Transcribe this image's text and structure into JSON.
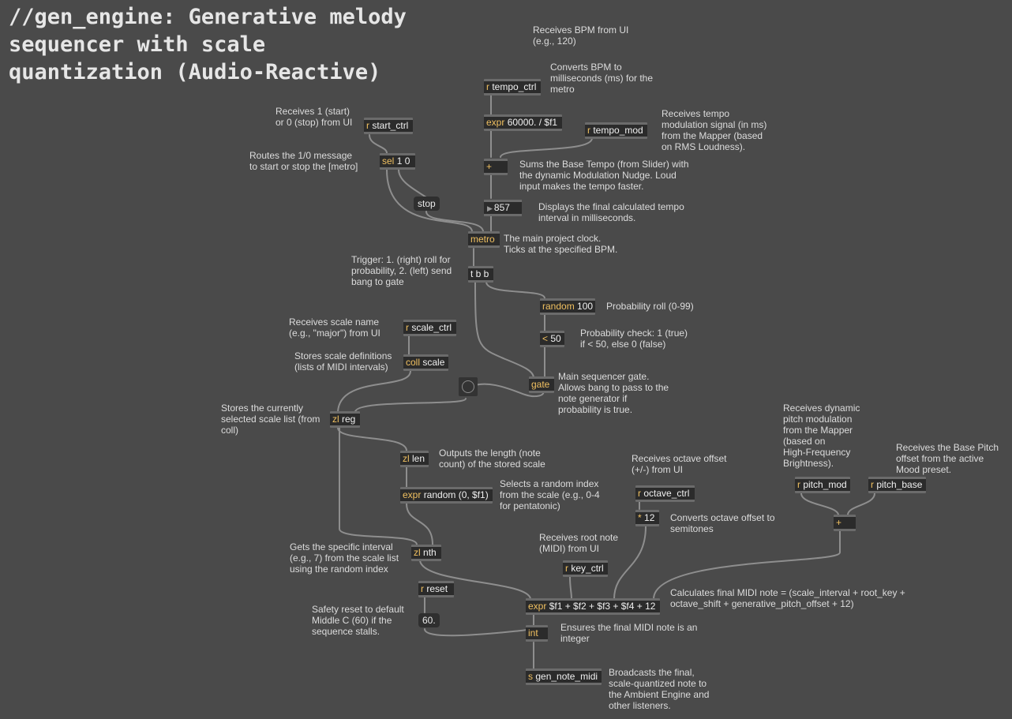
{
  "title": "//gen_engine: Generative melody sequencer with scale quantization (Audio-Reactive)",
  "objects": {
    "tempo_ctrl": {
      "cls": "r",
      "arg": "tempo_ctrl"
    },
    "expr_ms": {
      "cls": "expr",
      "arg": "60000. / $f1"
    },
    "tempo_mod": {
      "cls": "r",
      "arg": "tempo_mod"
    },
    "plus_tempo": {
      "cls": "+",
      "arg": ""
    },
    "start_ctrl": {
      "cls": "r",
      "arg": "start_ctrl"
    },
    "sel": {
      "cls": "sel",
      "arg": "1 0"
    },
    "metro": {
      "cls": "metro",
      "arg": ""
    },
    "tbb": {
      "cls": "t b b",
      "arg": ""
    },
    "random100": {
      "cls": "random",
      "arg": "100"
    },
    "lt50": {
      "cls": "<",
      "arg": "50"
    },
    "gate": {
      "cls": "gate",
      "arg": ""
    },
    "scale_ctrl": {
      "cls": "r",
      "arg": "scale_ctrl"
    },
    "coll": {
      "cls": "coll",
      "arg": "scale"
    },
    "zlreg": {
      "cls": "zl",
      "arg": "reg"
    },
    "zllen": {
      "cls": "zl",
      "arg": "len"
    },
    "exprrandom": {
      "cls": "expr",
      "arg": "random (0, $f1)"
    },
    "zlnth": {
      "cls": "zl",
      "arg": "nth"
    },
    "reset": {
      "cls": "r",
      "arg": "reset"
    },
    "octave_ctrl": {
      "cls": "r",
      "arg": "octave_ctrl"
    },
    "times12": {
      "cls": "*",
      "arg": "12"
    },
    "key_ctrl": {
      "cls": "r",
      "arg": "key_ctrl"
    },
    "exprsum": {
      "cls": "expr",
      "arg": "$f1 + $f2 + $f3 + $f4 + 12"
    },
    "int": {
      "cls": "int",
      "arg": ""
    },
    "send": {
      "cls": "s",
      "arg": "gen_note_midi"
    },
    "pitch_mod": {
      "cls": "r",
      "arg": "pitch_mod"
    },
    "pitch_base": {
      "cls": "r",
      "arg": "pitch_base"
    },
    "plus_pitch": {
      "cls": "+",
      "arg": ""
    }
  },
  "messages": {
    "stop": "stop",
    "sixty": "60."
  },
  "numbox": {
    "value": "857"
  },
  "comments": {
    "bpm_in": "Receives BPM from UI\n(e.g., 120)",
    "bpm_convert": "Converts BPM to\nmilliseconds (ms) for the\nmetro",
    "tempo_mod": "Receives tempo\nmodulation signal (in ms)\nfrom the Mapper (based\non RMS Loudness).",
    "start": "Receives 1 (start)\nor 0 (stop) from UI",
    "routes": "Routes the 1/0 message\nto start or stop the [metro]",
    "sums": "Sums the Base Tempo (from Slider) with\nthe dynamic Modulation Nudge. Loud\ninput makes the tempo faster.",
    "displays": "Displays the final calculated tempo\ninterval in milliseconds.",
    "clock": "The main project clock.\nTicks at the specified BPM.",
    "trigger": "Trigger: 1. (right) roll for\nprobability, 2. (left) send\nbang to gate",
    "prob_roll": "Probability roll (0-99)",
    "prob_check": "Probability check: 1 (true)\nif < 50, else 0 (false)",
    "scale_name": "Receives scale name\n(e.g., \"major\") from UI",
    "scale_defs": "Stores scale definitions\n(lists of MIDI intervals)",
    "gate": "Main sequencer gate.\nAllows bang to pass to the\nnote generator if\nprobability is true.",
    "stores_scale": "Stores the currently\nselected scale list (from\ncoll)",
    "length": "Outputs the length (note\ncount) of the stored scale",
    "random_index": "Selects a random index\nfrom the scale (e.g., 0-4\nfor pentatonic)",
    "octave_in": "Receives octave offset\n(+/-) from UI",
    "octave_conv": "Converts octave offset to\nsemitones",
    "pitch_mod": "Receives dynamic\npitch modulation\nfrom the Mapper\n(based on\nHigh-Frequency\nBrightness).",
    "pitch_base": "Receives the Base Pitch\noffset from the active\nMood preset.",
    "root_note": "Receives root note\n(MIDI) from UI",
    "gets_interval": "Gets the specific interval\n(e.g., 7) from the scale list\nusing the random index",
    "calc": "Calculates final MIDI note = (scale_interval + root_key +\noctave_shift + generative_pitch_offset + 12)",
    "safety": "Safety reset to default\nMiddle C (60) if the\nsequence stalls.",
    "ensure_int": "Ensures the final MIDI note is an\ninteger",
    "broadcast": "Broadcasts the final,\nscale-quantized note to\nthe Ambient Engine and\nother listeners."
  }
}
